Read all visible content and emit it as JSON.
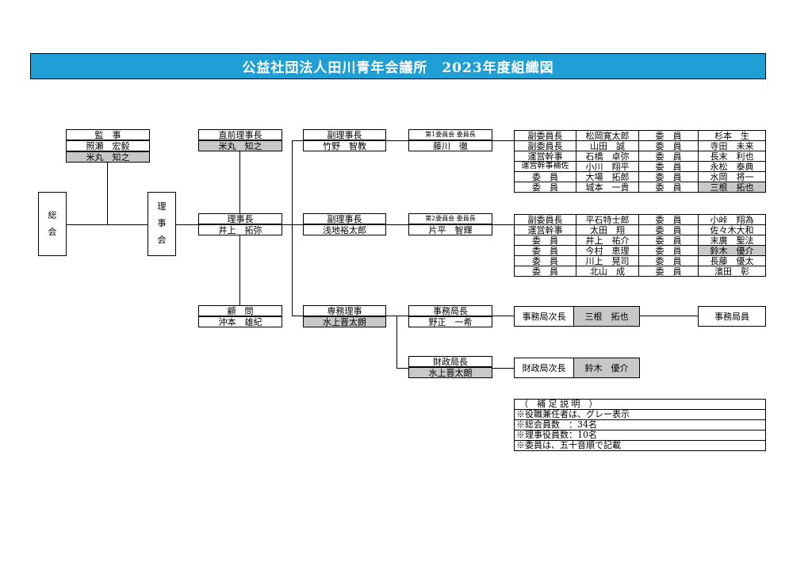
{
  "title": "公益社団法人田川青年会議所　2023年度組織図",
  "soukai": [
    "総",
    "会"
  ],
  "rijikai": [
    "理",
    "事",
    "会"
  ],
  "kanji": {
    "label": "監　事",
    "names": [
      "照瀬　宏毅",
      "米丸　知之"
    ]
  },
  "chokuzen": {
    "label": "直前理事長",
    "name": "米丸　知之"
  },
  "rijicho": {
    "label": "理事長",
    "name": "井上　拓弥"
  },
  "komon": {
    "label": "顧　問",
    "name": "沖本　雄紀"
  },
  "fukurijicho1": {
    "label": "副理事長",
    "name": "竹野　智教"
  },
  "fukurijicho2": {
    "label": "副理事長",
    "name": "浅地裕太郎"
  },
  "senmu": {
    "label": "専務理事",
    "name": "水上晋太朗"
  },
  "committee1_head": {
    "label": "第1委員会 委員長",
    "name": "藤川　徹"
  },
  "committee2_head": {
    "label": "第2委員会 委員長",
    "name": "片平　智輝"
  },
  "jimukyokucho": {
    "label": "事務局長",
    "name": "野正　一希"
  },
  "zaiseikyokucho": {
    "label": "財政局長",
    "name": "水上晋太朗"
  },
  "committee1_rows": [
    {
      "role": "副委員長",
      "name": "松岡寛太郎",
      "role2": "委　員",
      "name2": "杉本　生"
    },
    {
      "role": "副委員長",
      "name": "山田　誠",
      "role2": "委　員",
      "name2": "寺田　未来"
    },
    {
      "role": "運営幹事",
      "name": "石橋　卓弥",
      "role2": "委　員",
      "name2": "長末　利也"
    },
    {
      "role": "運営幹事補佐",
      "name": "小川　翔平",
      "role2": "委　員",
      "name2": "永松　泰典"
    },
    {
      "role": "委　員",
      "name": "大場　拓郎",
      "role2": "委　員",
      "name2": "水岡　将一"
    },
    {
      "role": "委　員",
      "name": "城本　一貴",
      "role2": "委　員",
      "name2": "三根　拓也"
    }
  ],
  "committee2_rows": [
    {
      "role": "副委員長",
      "name": "平石特士郎",
      "role2": "委　員",
      "name2": "小峠　翔為"
    },
    {
      "role": "運営幹事",
      "name": "太田　翔",
      "role2": "委　員",
      "name2": "佐々木大和"
    },
    {
      "role": "委　員",
      "name": "井上　祐介",
      "role2": "委　員",
      "name2": "末廣　聖法"
    },
    {
      "role": "委　員",
      "name": "今村　恵理",
      "role2": "委　員",
      "name2": "鈴木　優介"
    },
    {
      "role": "委　員",
      "name": "川上　晃司",
      "role2": "委　員",
      "name2": "長藤　優太"
    },
    {
      "role": "委　員",
      "name": "北山　成",
      "role2": "委　員",
      "name2": "濱田　彰"
    }
  ],
  "jimukyoku_jicho": {
    "label": "事務局次長",
    "name": "三根　拓也"
  },
  "jimukyokuin": "事務局員",
  "zaisei_jicho": {
    "label": "財政局次長",
    "name": "鈴木　優介"
  },
  "notes": [
    "（　補 足 説 明　）",
    "※役職兼任者は、グレー表示",
    "※総会員数　：34名",
    "※理事役員数：10名",
    "※委員は、五十音順で記載"
  ]
}
